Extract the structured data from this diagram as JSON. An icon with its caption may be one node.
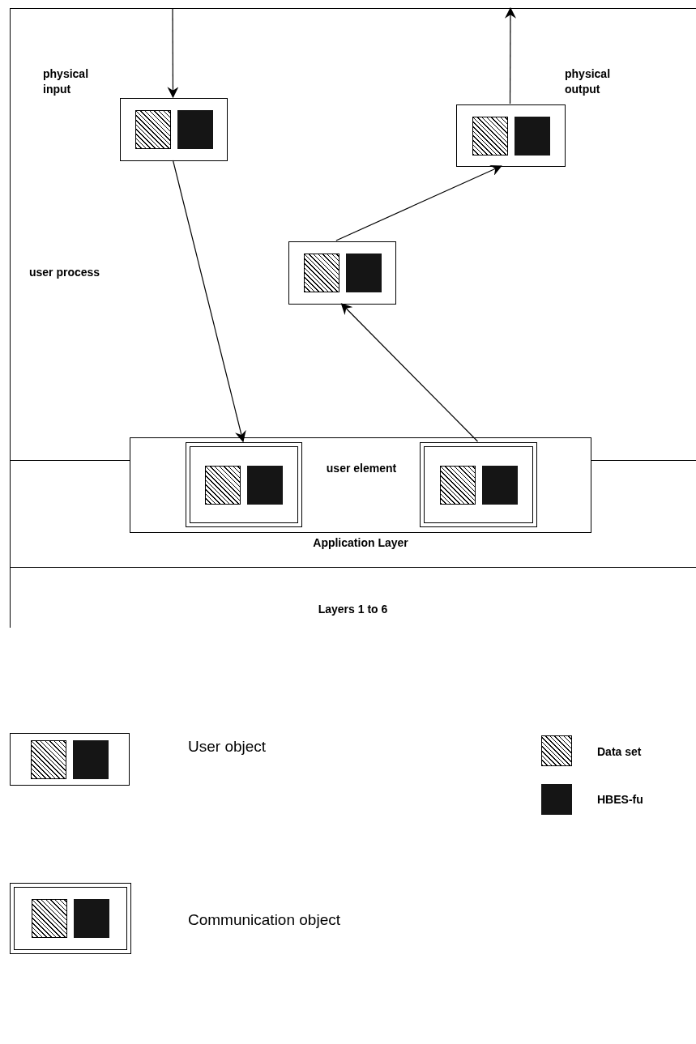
{
  "diagram": {
    "nodes": [
      {
        "text": [
          "user process"
        ]
      },
      {
        "text": [
          "Application Layer"
        ]
      },
      {
        "text": [
          "Layers 1 to 6"
        ]
      },
      {
        "text": [
          "user element"
        ]
      },
      {
        "text": [],
        "shape": "box",
        "in": 0
      },
      {
        "text": [],
        "shape": "box",
        "in": 0
      },
      {
        "text": [],
        "shape": "box",
        "in": 0
      },
      {
        "text": [],
        "shape": "box",
        "in": 3
      },
      {
        "text": [],
        "shape": "box",
        "in": 3
      }
    ],
    "edges": [
      {
        "from": null,
        "to": 4,
        "arrow": "to"
      },
      {
        "from": 5,
        "to": null,
        "arrow": "to"
      },
      {
        "from": 4,
        "to": 7,
        "arrow": "to"
      },
      {
        "from": 8,
        "to": 6,
        "arrow": "to"
      },
      {
        "from": 6,
        "to": 5,
        "arrow": "to"
      }
    ],
    "labels": [
      "physical input",
      "physical output"
    ],
    "legend": [
      {
        "text": "User object"
      },
      {
        "text": "Data set"
      },
      {
        "text": "HBES-fu"
      },
      {
        "text": "Communication object"
      }
    ]
  }
}
